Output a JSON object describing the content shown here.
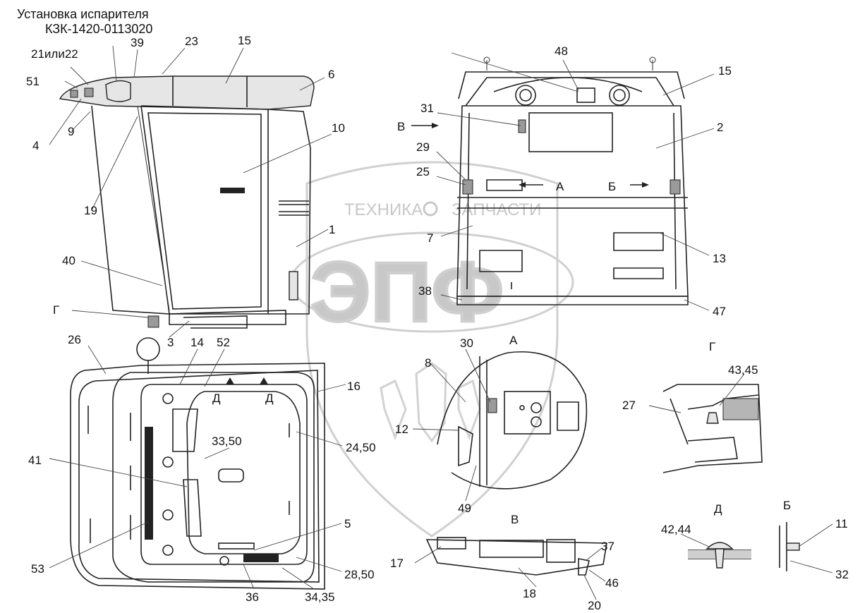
{
  "title": {
    "line1": "Установка испарителя",
    "line2": "КЗК-1420-0113020"
  },
  "watermark": {
    "brand": "ТЕХНИКА",
    "brand2": "ЗАПЧАСТИ",
    "logo": "ЭПФ"
  },
  "views": {
    "a": "А",
    "b": "Б",
    "v": "В",
    "g": "Г",
    "d": "Д"
  },
  "labels": {
    "l1": "1",
    "l2": "2",
    "l3": "3",
    "l4": "4",
    "l5": "5",
    "l6": "6",
    "l7": "7",
    "l8": "8",
    "l9": "9",
    "l10": "10",
    "l11": "11",
    "l12": "12",
    "l13": "13",
    "l14": "14",
    "l15a": "15",
    "l15b": "15",
    "l16": "16",
    "l17": "17",
    "l18": "18",
    "l19": "19",
    "l20": "20",
    "l2122": "21или22",
    "l23": "23",
    "l2450": "24,50",
    "l25": "25",
    "l26": "26",
    "l27": "27",
    "l2850": "28,50",
    "l29": "29",
    "l30": "30",
    "l31": "31",
    "l32": "32",
    "l3350": "33,50",
    "l3435": "34,35",
    "l36": "36",
    "l37": "37",
    "l38": "38",
    "l39": "39",
    "l40": "40",
    "l41": "41",
    "l4244": "42,44",
    "l4345": "43,45",
    "l46": "46",
    "l47": "47",
    "l48": "48",
    "l49": "49",
    "l51": "51",
    "l52": "52",
    "l53": "53"
  }
}
